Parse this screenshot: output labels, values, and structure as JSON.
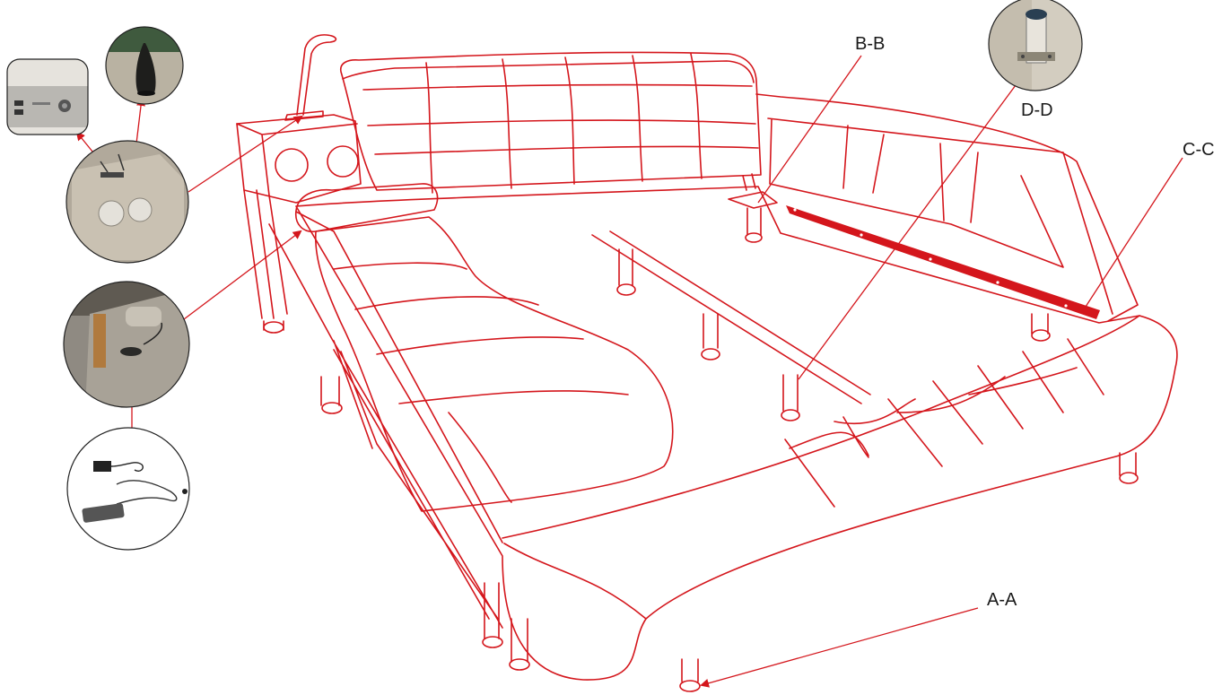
{
  "labels": {
    "aa": "A-A",
    "bb": "B-B",
    "cc": "C-C",
    "dd": "D-D"
  },
  "colors": {
    "line": "#d4161c",
    "label": "#1a1a1a",
    "photo_bg": "#c9c3b8",
    "photo_dark": "#3a3a36",
    "background": "#ffffff"
  },
  "photos": [
    {
      "icon": "usb-panel-photo"
    },
    {
      "icon": "reading-lamp-photo"
    },
    {
      "icon": "speaker-box-photo"
    },
    {
      "icon": "led-switch-photo"
    },
    {
      "icon": "power-adapter-photo"
    },
    {
      "icon": "support-leg-photo"
    }
  ]
}
